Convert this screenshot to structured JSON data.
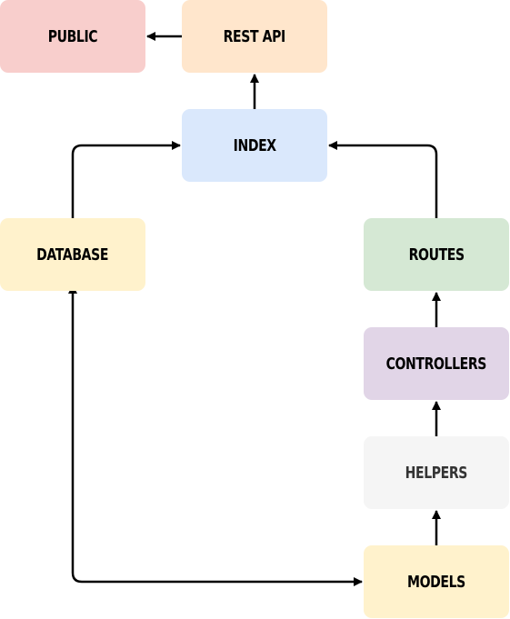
{
  "diagram": {
    "nodes": {
      "public": {
        "label": "PUBLIC",
        "fill": "#f8cecc",
        "text_color": "#000000"
      },
      "rest_api": {
        "label": "REST API",
        "fill": "#ffe6cc",
        "text_color": "#000000"
      },
      "index": {
        "label": "INDEX",
        "fill": "#dae8fc",
        "text_color": "#000000"
      },
      "database": {
        "label": "DATABASE",
        "fill": "#fff2cc",
        "text_color": "#000000"
      },
      "routes": {
        "label": "ROUTES",
        "fill": "#d5e8d4",
        "text_color": "#000000"
      },
      "controllers": {
        "label": "CONTROLLERS",
        "fill": "#e1d5e7",
        "text_color": "#000000"
      },
      "helpers": {
        "label": "HELPERS",
        "fill": "#f5f5f5",
        "text_color": "#333333"
      },
      "models": {
        "label": "MODELS",
        "fill": "#fff2cc",
        "text_color": "#000000"
      }
    },
    "edges": [
      {
        "from": "rest_api",
        "to": "public"
      },
      {
        "from": "index",
        "to": "rest_api"
      },
      {
        "from": "database",
        "to": "index"
      },
      {
        "from": "routes",
        "to": "index"
      },
      {
        "from": "controllers",
        "to": "routes"
      },
      {
        "from": "helpers",
        "to": "controllers"
      },
      {
        "from": "models",
        "to": "helpers"
      },
      {
        "from": "models",
        "to": "database",
        "bidirectional": true
      }
    ],
    "arrow_color": "#000000"
  }
}
